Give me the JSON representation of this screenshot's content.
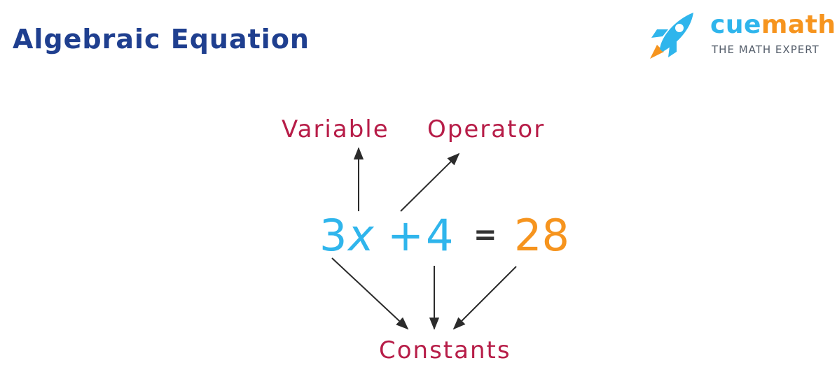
{
  "title": "Algebraic Equation",
  "logo": {
    "word_cue": "cue",
    "word_math": "math",
    "tagline": "THE MATH EXPERT",
    "icon": "rocket-icon"
  },
  "labels": {
    "variable": "Variable",
    "operator": "Operator",
    "constants": "Constants"
  },
  "equation": {
    "coefficient": "3",
    "variable": "x",
    "operator": "+",
    "constant_left": "4",
    "equals": "=",
    "constant_right": "28"
  },
  "colors": {
    "title": "#1f3f8f",
    "label": "#b71d48",
    "equation_blue": "#2fb5ec",
    "equation_orange": "#f6941e",
    "equals": "#333333",
    "arrow": "#2b2b2b"
  }
}
